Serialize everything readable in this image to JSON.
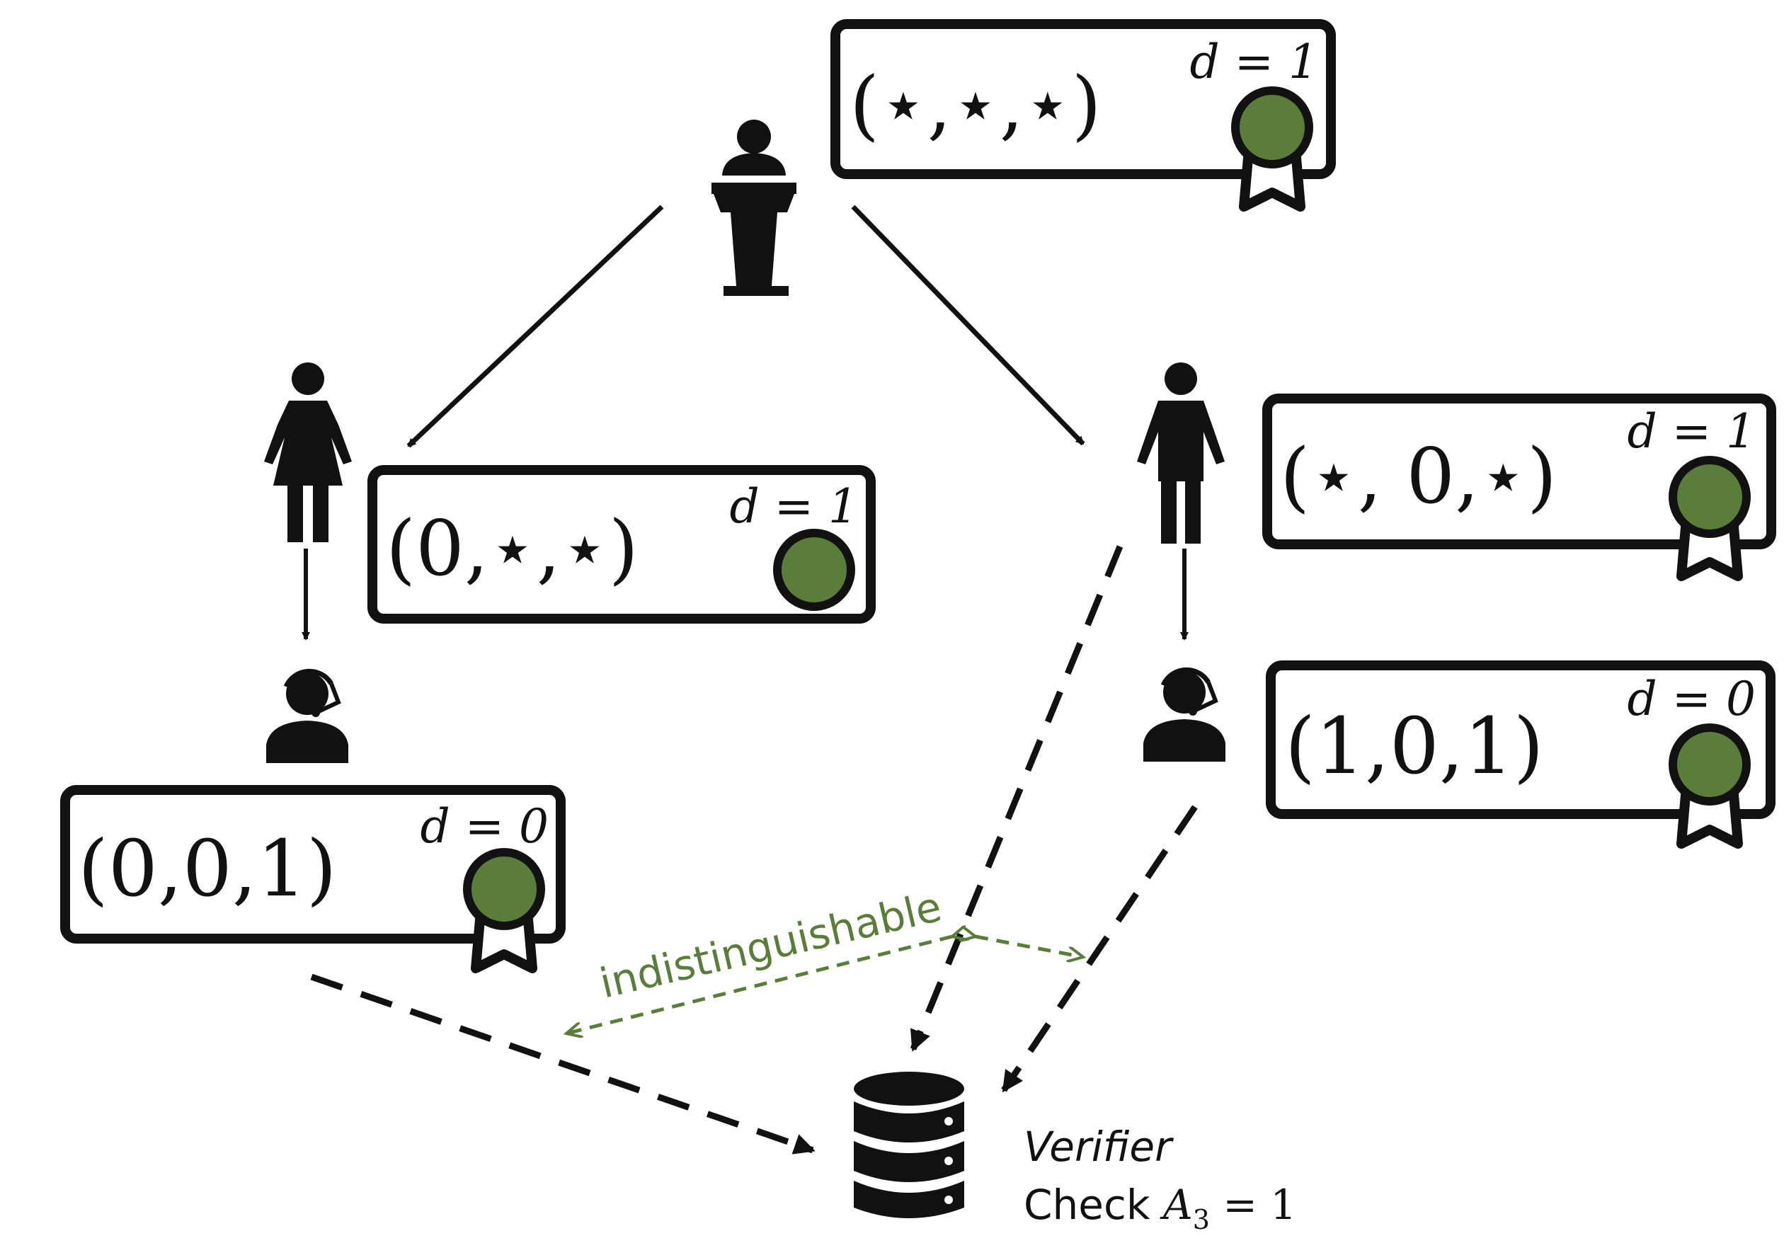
{
  "credentials": {
    "issuer": {
      "tuple": "(⋆,⋆,⋆)",
      "depth": "d = 1"
    },
    "left_holder": {
      "tuple": "(0,⋆,⋆)",
      "depth": "d = 1"
    },
    "right_holder": {
      "tuple": "(⋆, 0,⋆)",
      "depth": "d = 1"
    },
    "left_user": {
      "tuple": "(0,0,1)",
      "depth": "d = 0"
    },
    "right_user": {
      "tuple": "(1,0,1)",
      "depth": "d = 0"
    }
  },
  "annotation": {
    "indistinguishable": "indistinguishable"
  },
  "verifier": {
    "title": "Verifier",
    "check_prefix": "Check ",
    "check_var": "A",
    "check_sub": "3",
    "check_suffix": " = 1"
  },
  "colors": {
    "stroke": "#111111",
    "seal": "#5a7d3a",
    "annotation": "#5a7d3a"
  },
  "icons": [
    "podium-speaker-icon",
    "woman-icon",
    "man-icon",
    "headset-user-icon",
    "database-icon",
    "seal-ribbon-icon"
  ]
}
